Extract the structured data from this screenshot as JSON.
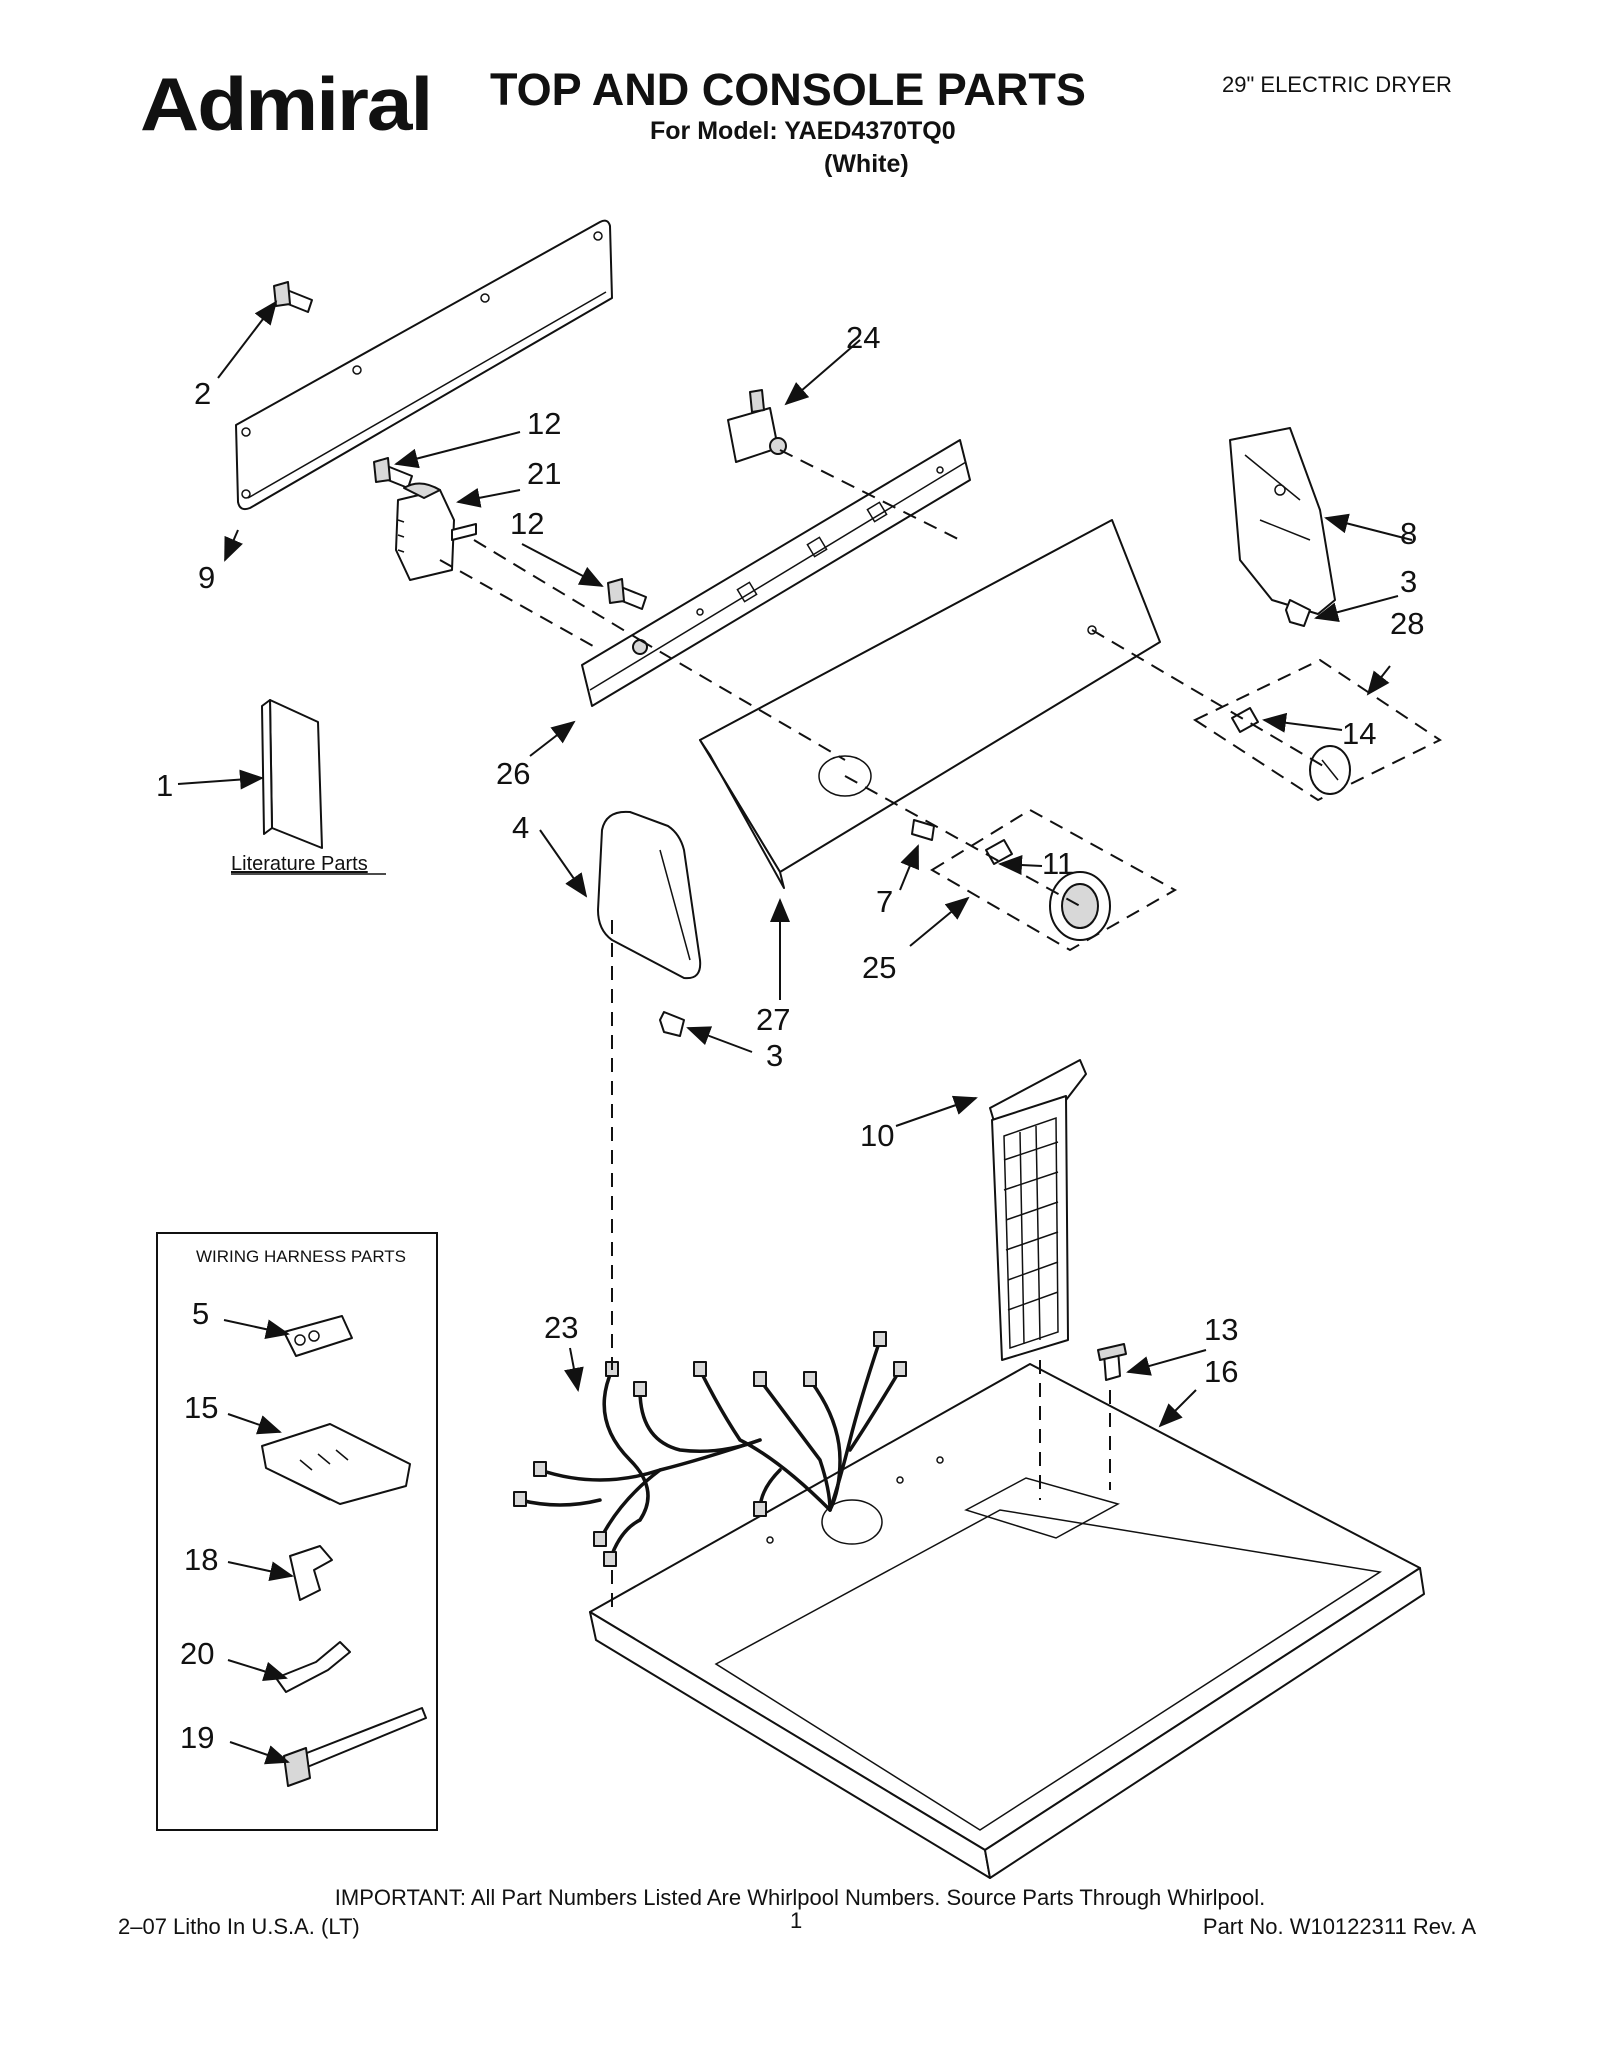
{
  "header": {
    "brand": "Admiral",
    "title": "TOP AND CONSOLE PARTS",
    "model_line": "For Model: YAED4370TQ0",
    "color_line": "(White)",
    "product_type": "29\" ELECTRIC DRYER"
  },
  "callouts": {
    "c1": "1",
    "c2": "2",
    "c3a": "3",
    "c3b": "3",
    "c4": "4",
    "c5": "5",
    "c7": "7",
    "c8": "8",
    "c9": "9",
    "c10": "10",
    "c11": "11",
    "c12a": "12",
    "c12b": "12",
    "c13": "13",
    "c14": "14",
    "c15": "15",
    "c16": "16",
    "c18": "18",
    "c19": "19",
    "c20": "20",
    "c21": "21",
    "c23": "23",
    "c24": "24",
    "c25": "25",
    "c26": "26",
    "c27": "27",
    "c28": "28"
  },
  "literature_label": "Literature Parts",
  "harness_box_title": "WIRING HARNESS PARTS",
  "footer": {
    "note": "IMPORTANT: All Part Numbers Listed Are Whirlpool Numbers. Source Parts Through Whirlpool.",
    "litho": "2–07 Litho In U.S.A. (LT)",
    "page_number": "1",
    "part_number": "Part No. W10122311 Rev. A"
  }
}
